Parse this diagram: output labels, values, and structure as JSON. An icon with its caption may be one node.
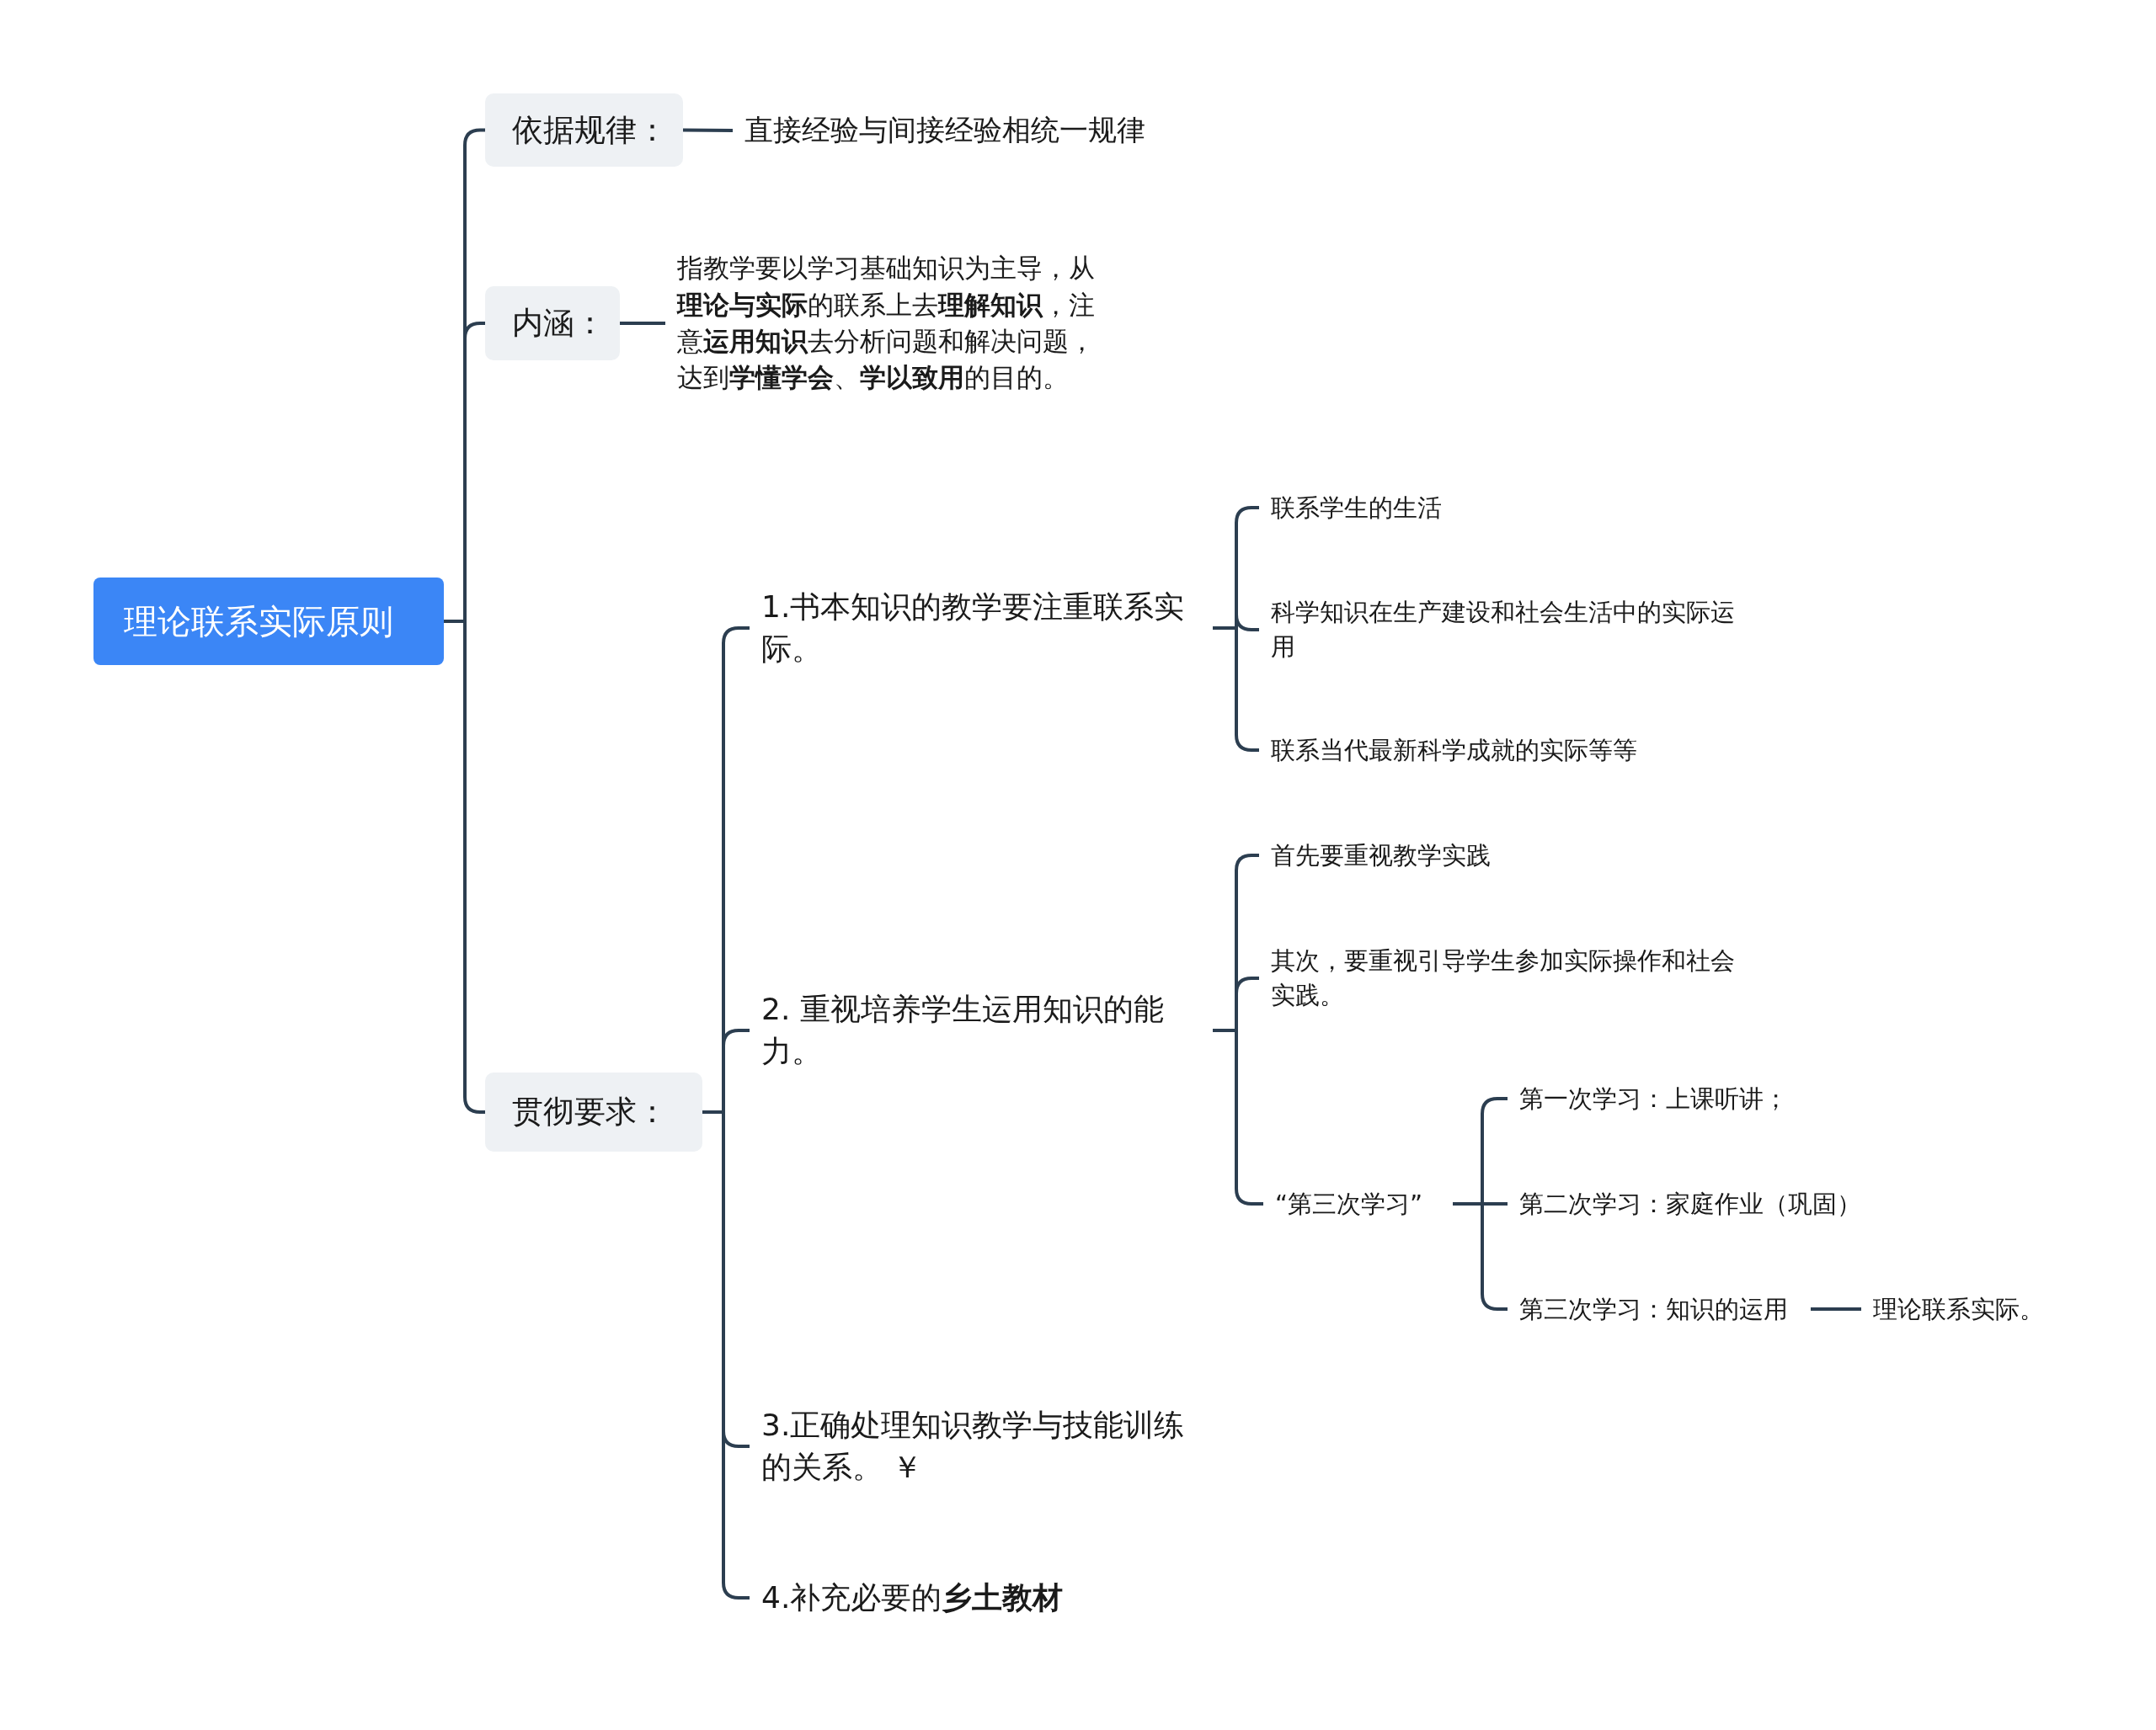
{
  "diagram": {
    "nodes": [
      {
        "text": [
          "理论联系实际原则"
        ]
      },
      {
        "text": [
          "依据规律："
        ]
      },
      {
        "text": [
          "直接经验与间接经验相统一规律"
        ]
      },
      {
        "text": [
          "内涵："
        ]
      },
      {
        "text": [
          "指教学要以学习基础知识为主导，从**理论与实际**的联系上去**理解知识**，注意**运用知识**去分析问题和解决问题，达到**学懂学会**、**学以致用**的目的。"
        ]
      },
      {
        "text": [
          "贯彻要求："
        ]
      },
      {
        "text": [
          "1.书本知识的教学要注重联系实际。"
        ]
      },
      {
        "text": [
          "联系学生的生活"
        ]
      },
      {
        "text": [
          "科学知识在生产建设和社会生活中的实际运用"
        ]
      },
      {
        "text": [
          "联系当代最新科学成就的实际等等"
        ]
      },
      {
        "text": [
          "2. 重视培养学生运用知识的能力。"
        ]
      },
      {
        "text": [
          "首先要重视教学实践"
        ]
      },
      {
        "text": [
          "其次，要重视引导学生参加实际操作和社会实践。"
        ]
      },
      {
        "text": [
          "“第三次学习”"
        ]
      },
      {
        "text": [
          "第一次学习：上课听讲；"
        ]
      },
      {
        "text": [
          "第二次学习：家庭作业（巩固）"
        ]
      },
      {
        "text": [
          "第三次学习：知识的运用"
        ]
      },
      {
        "text": [
          "理论联系实际。"
        ]
      },
      {
        "text": [
          "3.正确处理知识教学与技能训练的关系。 ￥"
        ]
      },
      {
        "text": [
          "4.补充必要的**乡土教材**"
        ]
      }
    ],
    "edges": [
      {
        "from": 0,
        "to": 1,
        "arrow": "none"
      },
      {
        "from": 0,
        "to": 3,
        "arrow": "none"
      },
      {
        "from": 0,
        "to": 5,
        "arrow": "none"
      },
      {
        "from": 1,
        "to": 2,
        "arrow": "none"
      },
      {
        "from": 3,
        "to": 4,
        "arrow": "none"
      },
      {
        "from": 5,
        "to": 6,
        "arrow": "none"
      },
      {
        "from": 5,
        "to": 10,
        "arrow": "none"
      },
      {
        "from": 5,
        "to": 18,
        "arrow": "none"
      },
      {
        "from": 5,
        "to": 19,
        "arrow": "none"
      },
      {
        "from": 6,
        "to": 7,
        "arrow": "none"
      },
      {
        "from": 6,
        "to": 8,
        "arrow": "none"
      },
      {
        "from": 6,
        "to": 9,
        "arrow": "none"
      },
      {
        "from": 10,
        "to": 11,
        "arrow": "none"
      },
      {
        "from": 10,
        "to": 12,
        "arrow": "none"
      },
      {
        "from": 10,
        "to": 13,
        "arrow": "none"
      },
      {
        "from": 13,
        "to": 14,
        "arrow": "none"
      },
      {
        "from": 13,
        "to": 15,
        "arrow": "none"
      },
      {
        "from": 13,
        "to": 16,
        "arrow": "none"
      },
      {
        "from": 16,
        "to": 17,
        "arrow": "none"
      }
    ]
  }
}
